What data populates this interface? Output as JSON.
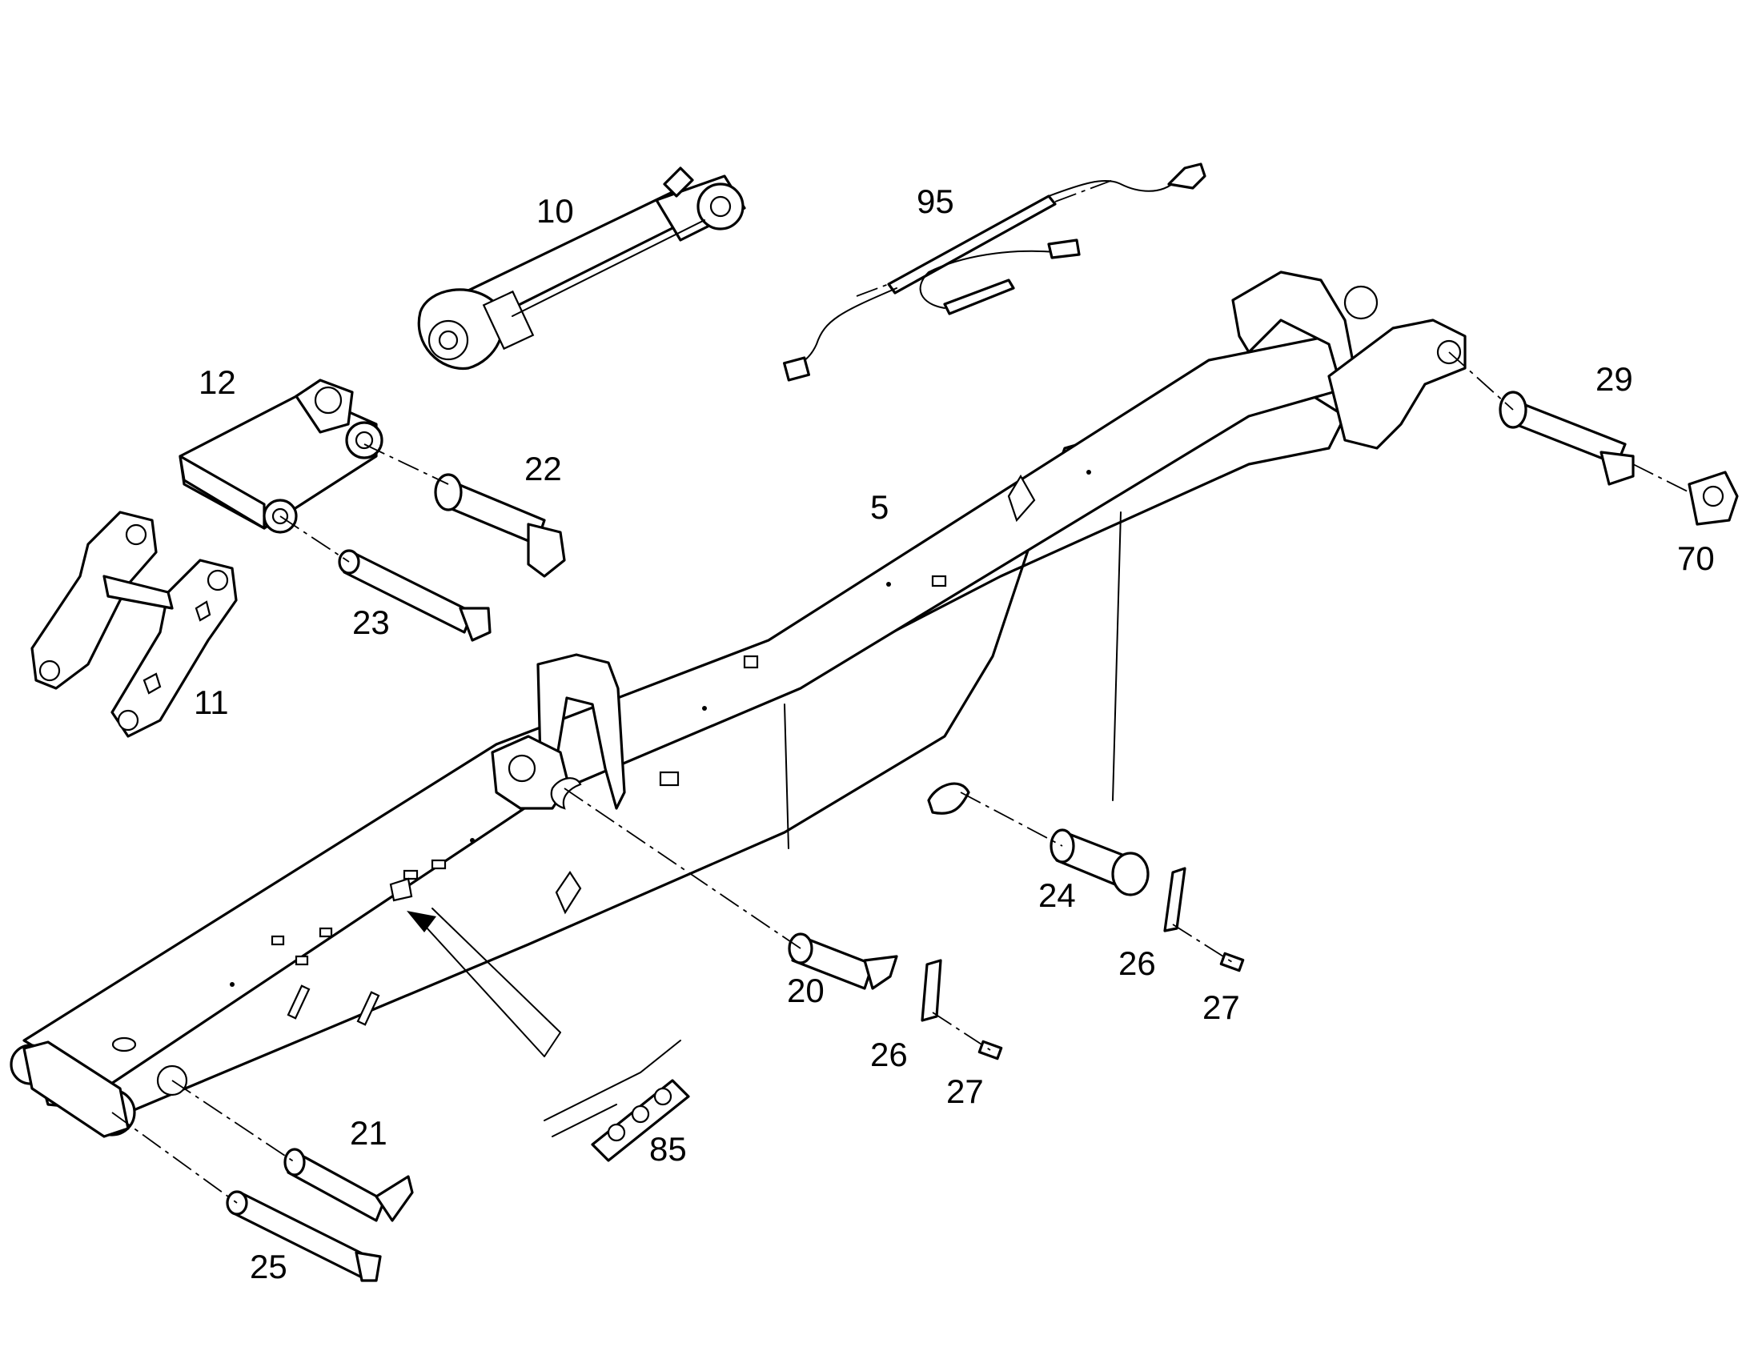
{
  "callouts": {
    "c5": "5",
    "c10": "10",
    "c11": "11",
    "c12": "12",
    "c20": "20",
    "c21": "21",
    "c22": "22",
    "c23": "23",
    "c24": "24",
    "c25": "25",
    "c26a": "26",
    "c26b": "26",
    "c27a": "27",
    "c27b": "27",
    "c29": "29",
    "c70": "70",
    "c85": "85",
    "c95": "95"
  },
  "colors": {
    "line": "#000000",
    "background": "#ffffff"
  }
}
